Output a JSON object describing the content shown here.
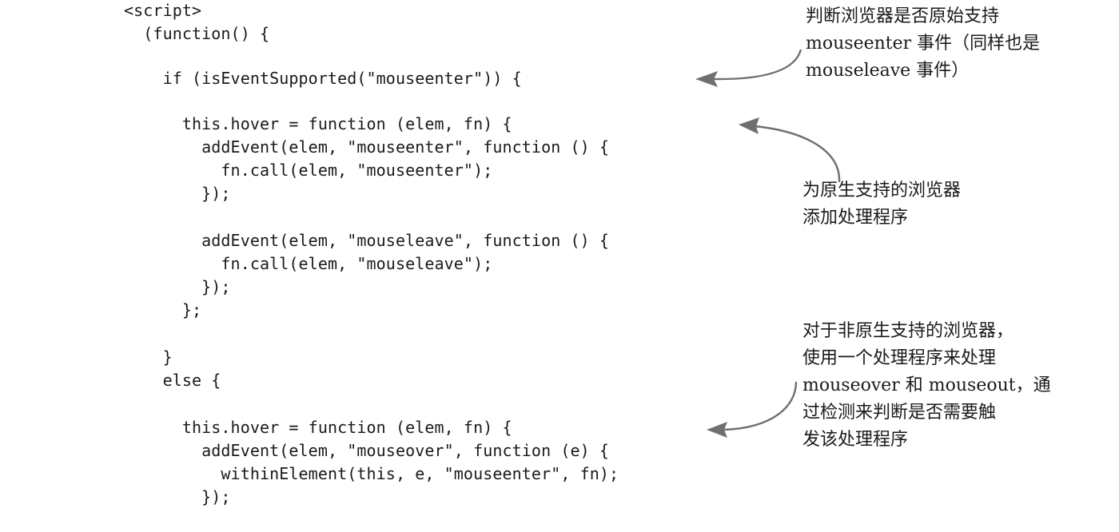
{
  "code": {
    "lines": [
      "<script>",
      "  (function() {",
      "",
      "    if (isEventSupported(\"mouseenter\")) {",
      "",
      "      this.hover = function (elem, fn) {",
      "        addEvent(elem, \"mouseenter\", function () {",
      "          fn.call(elem, \"mouseenter\");",
      "        });",
      "",
      "        addEvent(elem, \"mouseleave\", function () {",
      "          fn.call(elem, \"mouseleave\");",
      "        });",
      "      };",
      "",
      "    }",
      "    else {",
      "",
      "      this.hover = function (elem, fn) {",
      "        addEvent(elem, \"mouseover\", function (e) {",
      "          withinElement(this, e, \"mouseenter\", fn);",
      "        });"
    ]
  },
  "annotations": [
    {
      "lines": [
        "判断浏览器是否原始支持",
        "mouseenter 事件（同样也是",
        "mouseleave 事件）"
      ]
    },
    {
      "lines": [
        "为原生支持的浏览器",
        "添加处理程序"
      ]
    },
    {
      "lines": [
        "对于非原生支持的浏览器，",
        "使用一个处理程序来处理",
        "mouseover 和 mouseout，通",
        "过检测来判断是否需要触",
        "发该处理程序"
      ]
    }
  ],
  "colors": {
    "text": "#1a1a1a",
    "arrow": "#6f6f6f"
  }
}
